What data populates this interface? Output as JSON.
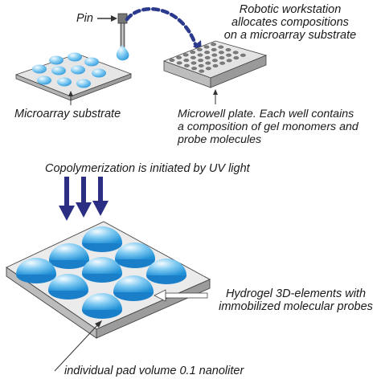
{
  "labels": {
    "pin": "Pin",
    "robotic_line1": "Robotic workstation",
    "robotic_line2": "allocates compositions",
    "robotic_line3": "on a microarray substrate",
    "microarray_substrate": "Microarray substrate",
    "microwell_line1": "Microwell plate. Each well contains",
    "microwell_line2": "a composition of gel monomers and",
    "microwell_line3": "probe molecules",
    "copolymerization": "Copolymerization is initiated by UV light",
    "hydrogel_line1": "Hydrogel 3D-elements with",
    "hydrogel_line2": "immobilized molecular probes",
    "pad_volume": "individual pad volume 0.1 nanoliter"
  },
  "colors": {
    "dome_light": "#e8f7ff",
    "dome_mid": "#6fc3f0",
    "dome_dark": "#1f8fd6",
    "slab_top": "#e9e9e9",
    "slab_side": "#a8a8a8",
    "arrow_uv": "#2b2e83",
    "robot_path": "#2b3a8c"
  },
  "icons": {
    "pin": "dispensing-pin-icon",
    "uv_arrows": "down-arrow-icon",
    "robot_path": "dashed-arc-icon"
  }
}
